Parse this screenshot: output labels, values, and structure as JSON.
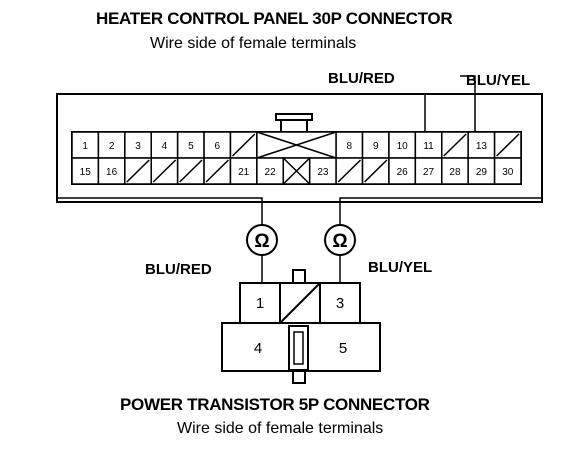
{
  "heater_connector": {
    "title": "HEATER CONTROL PANEL 30P CONNECTOR",
    "subtitle": "Wire side of female terminals",
    "top_row": [
      {
        "label": "1"
      },
      {
        "label": "2"
      },
      {
        "label": "3"
      },
      {
        "label": "4"
      },
      {
        "label": "5"
      },
      {
        "label": "6"
      },
      {
        "label": "",
        "hatched": true
      },
      {
        "label": "",
        "crossed": true,
        "span": 3
      },
      {
        "label": "8"
      },
      {
        "label": "9"
      },
      {
        "label": "10"
      },
      {
        "label": "11"
      },
      {
        "label": "",
        "hatched": true
      },
      {
        "label": "13"
      },
      {
        "label": "",
        "hatched": true
      }
    ],
    "bottom_row": [
      {
        "label": "15"
      },
      {
        "label": "16"
      },
      {
        "label": "",
        "hatched": true
      },
      {
        "label": "",
        "hatched": true
      },
      {
        "label": "",
        "hatched": true
      },
      {
        "label": "",
        "hatched": true
      },
      {
        "label": "21"
      },
      {
        "label": "22"
      },
      {
        "label": "",
        "crossed": true
      },
      {
        "label": "23"
      },
      {
        "label": "",
        "hatched": true
      },
      {
        "label": "",
        "hatched": true
      },
      {
        "label": "26"
      },
      {
        "label": "27"
      },
      {
        "label": "28"
      },
      {
        "label": "29"
      },
      {
        "label": "30"
      }
    ],
    "wire_labels": {
      "pin11": "BLU/RED",
      "pin13": "BLU/YEL"
    }
  },
  "transistor_connector": {
    "title": "POWER TRANSISTOR 5P CONNECTOR",
    "subtitle": "Wire side of female terminals",
    "terminals": [
      "1",
      "3",
      "4",
      "5"
    ],
    "wire_labels": {
      "left": "BLU/RED",
      "right": "BLU/YEL"
    }
  },
  "meters": [
    {
      "symbol": "Ω"
    },
    {
      "symbol": "Ω"
    }
  ]
}
